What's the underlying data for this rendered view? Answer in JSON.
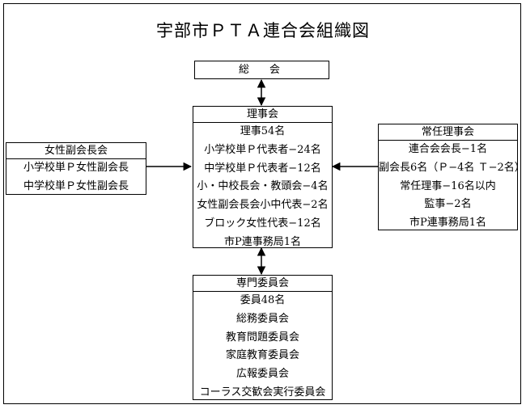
{
  "title": "宇部市ＰＴＡ連合会組織図",
  "soukai": {
    "label": "総　会"
  },
  "rijikai": {
    "label": "理事会",
    "items": [
      "理事54名",
      "小学校単Ｐ代表者−24名",
      "中学校単Ｐ代表者−12名",
      "小・中校長会・教頭会−4名",
      "女性副会長会小中代表−2名",
      "ブロック女性代表−12名",
      "市P連事務局1名"
    ]
  },
  "josei": {
    "label": "女性副会長会",
    "items": [
      "小学校単Ｐ女性副会長",
      "中学校単Ｐ女性副会長"
    ]
  },
  "jonin": {
    "label": "常任理事会",
    "items": [
      "連合会会長−1名",
      "副会長6名（Ｐ−4名 Ｔ−2名）",
      "常任理事−16名以内",
      "監事−2名",
      "市P連事務局1名"
    ]
  },
  "senmon": {
    "label": "専門委員会",
    "items": [
      "委員48名",
      "総務委員会",
      "教育問題委員会",
      "家庭教育委員会",
      "広報委員会",
      "コーラス交歓会実行委員会"
    ]
  }
}
